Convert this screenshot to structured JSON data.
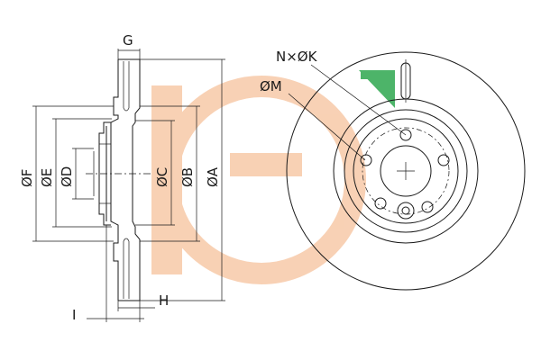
{
  "labels": {
    "G": "G",
    "F": "ØF",
    "E": "ØE",
    "D": "ØD",
    "C": "ØC",
    "B": "ØB",
    "A": "ØA",
    "H": "H",
    "I": "I",
    "NK": "N×ØK",
    "M": "ØM"
  },
  "colors": {
    "line": "#1a1a1a",
    "watermark_orange": "#f7c9a8",
    "watermark_green": "#2fa84f"
  },
  "watermark": {
    "letters": "G",
    "style": "orange ring with green arrow"
  }
}
